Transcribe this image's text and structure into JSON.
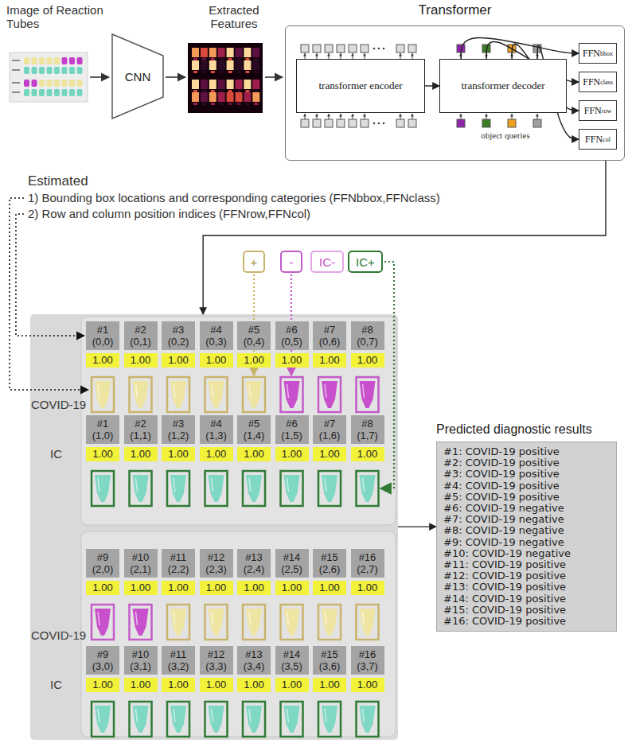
{
  "diagram": {
    "nodes": [
      {
        "text": [
          "CNN"
        ]
      },
      {
        "text": [
          "Transformer"
        ]
      },
      {
        "text": [
          "transformer encoder"
        ],
        "in": 1
      },
      {
        "text": [
          "transformer decoder"
        ],
        "in": 1
      },
      {
        "text": [
          "FFN",
          "bbox"
        ],
        "in": 1
      },
      {
        "text": [
          "FFN",
          "class"
        ],
        "in": 1
      },
      {
        "text": [
          "FFN",
          "row"
        ],
        "in": 1
      },
      {
        "text": [
          "FFN",
          "col"
        ],
        "in": 1
      },
      {
        "text": [
          "+"
        ]
      },
      {
        "text": [
          "-"
        ]
      },
      {
        "text": [
          "IC-"
        ]
      },
      {
        "text": [
          "IC+"
        ]
      },
      {
        "text": [
          "COVID-19",
          "IC",
          "COVID-19",
          "IC"
        ]
      },
      {
        "text": [
          "#1",
          "(0,0)"
        ],
        "in": 12
      },
      {
        "text": [
          "#2",
          "(0,1)"
        ],
        "in": 12
      },
      {
        "text": [
          "#3",
          "(0,2)"
        ],
        "in": 12
      },
      {
        "text": [
          "#4",
          "(0,3)"
        ],
        "in": 12
      },
      {
        "text": [
          "#5",
          "(0,4)"
        ],
        "in": 12
      },
      {
        "text": [
          "#6",
          "(0,5)"
        ],
        "in": 12
      },
      {
        "text": [
          "#7",
          "(0,6)"
        ],
        "in": 12
      },
      {
        "text": [
          "#8",
          "(0,7)"
        ],
        "in": 12
      },
      {
        "text": [
          "1.00"
        ],
        "in": 12
      },
      {
        "text": [
          "1.00"
        ],
        "in": 12
      },
      {
        "text": [
          "1.00"
        ],
        "in": 12
      },
      {
        "text": [
          "1.00"
        ],
        "in": 12
      },
      {
        "text": [
          "1.00"
        ],
        "in": 12
      },
      {
        "text": [
          "1.00"
        ],
        "in": 12
      },
      {
        "text": [
          "1.00"
        ],
        "in": 12
      },
      {
        "text": [
          "1.00"
        ],
        "in": 12
      },
      {
        "text": [
          "#1",
          "(1,0)"
        ],
        "in": 12
      },
      {
        "text": [
          "#2",
          "(1,1)"
        ],
        "in": 12
      },
      {
        "text": [
          "#3",
          "(1,2)"
        ],
        "in": 12
      },
      {
        "text": [
          "#4",
          "(1,3)"
        ],
        "in": 12
      },
      {
        "text": [
          "#5",
          "(1,4)"
        ],
        "in": 12
      },
      {
        "text": [
          "#6",
          "(1,5)"
        ],
        "in": 12
      },
      {
        "text": [
          "#7",
          "(1,6)"
        ],
        "in": 12
      },
      {
        "text": [
          "#8",
          "(1,7)"
        ],
        "in": 12
      },
      {
        "text": [
          "1.00"
        ],
        "in": 12
      },
      {
        "text": [
          "1.00"
        ],
        "in": 12
      },
      {
        "text": [
          "1.00"
        ],
        "in": 12
      },
      {
        "text": [
          "1.00"
        ],
        "in": 12
      },
      {
        "text": [
          "1.00"
        ],
        "in": 12
      },
      {
        "text": [
          "1.00"
        ],
        "in": 12
      },
      {
        "text": [
          "1.00"
        ],
        "in": 12
      },
      {
        "text": [
          "1.00"
        ],
        "in": 12
      },
      {
        "text": [
          "#9",
          "(2,0)"
        ],
        "in": 12
      },
      {
        "text": [
          "#10",
          "(2,1)"
        ],
        "in": 12
      },
      {
        "text": [
          "#11",
          "(2,2)"
        ],
        "in": 12
      },
      {
        "text": [
          "#12",
          "(2,3)"
        ],
        "in": 12
      },
      {
        "text": [
          "#13",
          "(2,4)"
        ],
        "in": 12
      },
      {
        "text": [
          "#14",
          "(2,5)"
        ],
        "in": 12
      },
      {
        "text": [
          "#15",
          "(2,6)"
        ],
        "in": 12
      },
      {
        "text": [
          "#16",
          "(2,7)"
        ],
        "in": 12
      },
      {
        "text": [
          "1.00"
        ],
        "in": 12
      },
      {
        "text": [
          "1.00"
        ],
        "in": 12
      },
      {
        "text": [
          "1.00"
        ],
        "in": 12
      },
      {
        "text": [
          "1.00"
        ],
        "in": 12
      },
      {
        "text": [
          "1.00"
        ],
        "in": 12
      },
      {
        "text": [
          "1.00"
        ],
        "in": 12
      },
      {
        "text": [
          "1.00"
        ],
        "in": 12
      },
      {
        "text": [
          "1.00"
        ],
        "in": 12
      },
      {
        "text": [
          "#9",
          "(3,0)"
        ],
        "in": 12
      },
      {
        "text": [
          "#10",
          "(3,1)"
        ],
        "in": 12
      },
      {
        "text": [
          "#11",
          "(3,2)"
        ],
        "in": 12
      },
      {
        "text": [
          "#12",
          "(3,3)"
        ],
        "in": 12
      },
      {
        "text": [
          "#13",
          "(3,4)"
        ],
        "in": 12
      },
      {
        "text": [
          "#14",
          "(3,5)"
        ],
        "in": 12
      },
      {
        "text": [
          "#15",
          "(3,6)"
        ],
        "in": 12
      },
      {
        "text": [
          "#16",
          "(3,7)"
        ],
        "in": 12
      },
      {
        "text": [
          "1.00"
        ],
        "in": 12
      },
      {
        "text": [
          "1.00"
        ],
        "in": 12
      },
      {
        "text": [
          "1.00"
        ],
        "in": 12
      },
      {
        "text": [
          "1.00"
        ],
        "in": 12
      },
      {
        "text": [
          "1.00"
        ],
        "in": 12
      },
      {
        "text": [
          "1.00"
        ],
        "in": 12
      },
      {
        "text": [
          "1.00"
        ],
        "in": 12
      },
      {
        "text": [
          "1.00"
        ],
        "in": 12
      },
      {
        "text": [
          "Predicted diagnostic results",
          "#1: COVID-19 positive",
          "#2: COVID-19 positive",
          "#3: COVID-19 positive",
          "#4: COVID-19 positive",
          "#5: COVID-19 positive",
          "#6: COVID-19 negative",
          "#7: COVID-19 negative",
          "#8: COVID-19 negative",
          "#9: COVID-19 negative",
          "#10: COVID-19 negative",
          "#11: COVID-19 positive",
          "#12: COVID-19 positive",
          "#13: COVID-19 positive",
          "#14: COVID-19 positive",
          "#15: COVID-19 positive",
          "#16: COVID-19 positive"
        ]
      }
    ],
    "edges": [
      {
        "from": 2,
        "to": 3,
        "arrow": "to"
      },
      {
        "from": 3,
        "to": 4,
        "arrow": "to"
      },
      {
        "from": 3,
        "to": 5,
        "arrow": "to"
      },
      {
        "from": 3,
        "to": 6,
        "arrow": "to"
      },
      {
        "from": 3,
        "to": 7,
        "arrow": "to"
      },
      {
        "from": 1,
        "to": 12,
        "arrow": "to"
      },
      {
        "from": 12,
        "to": 77,
        "arrow": "to"
      }
    ],
    "labels": [
      "Image of Reaction Tubes",
      "Extracted Features",
      "object queries",
      "Estimated",
      "1) Bounding box locations and corresponding categories (FFNbbox,FFNclass)",
      "2) Row and column position indices (FFNrow,FFNcol)"
    ]
  }
}
